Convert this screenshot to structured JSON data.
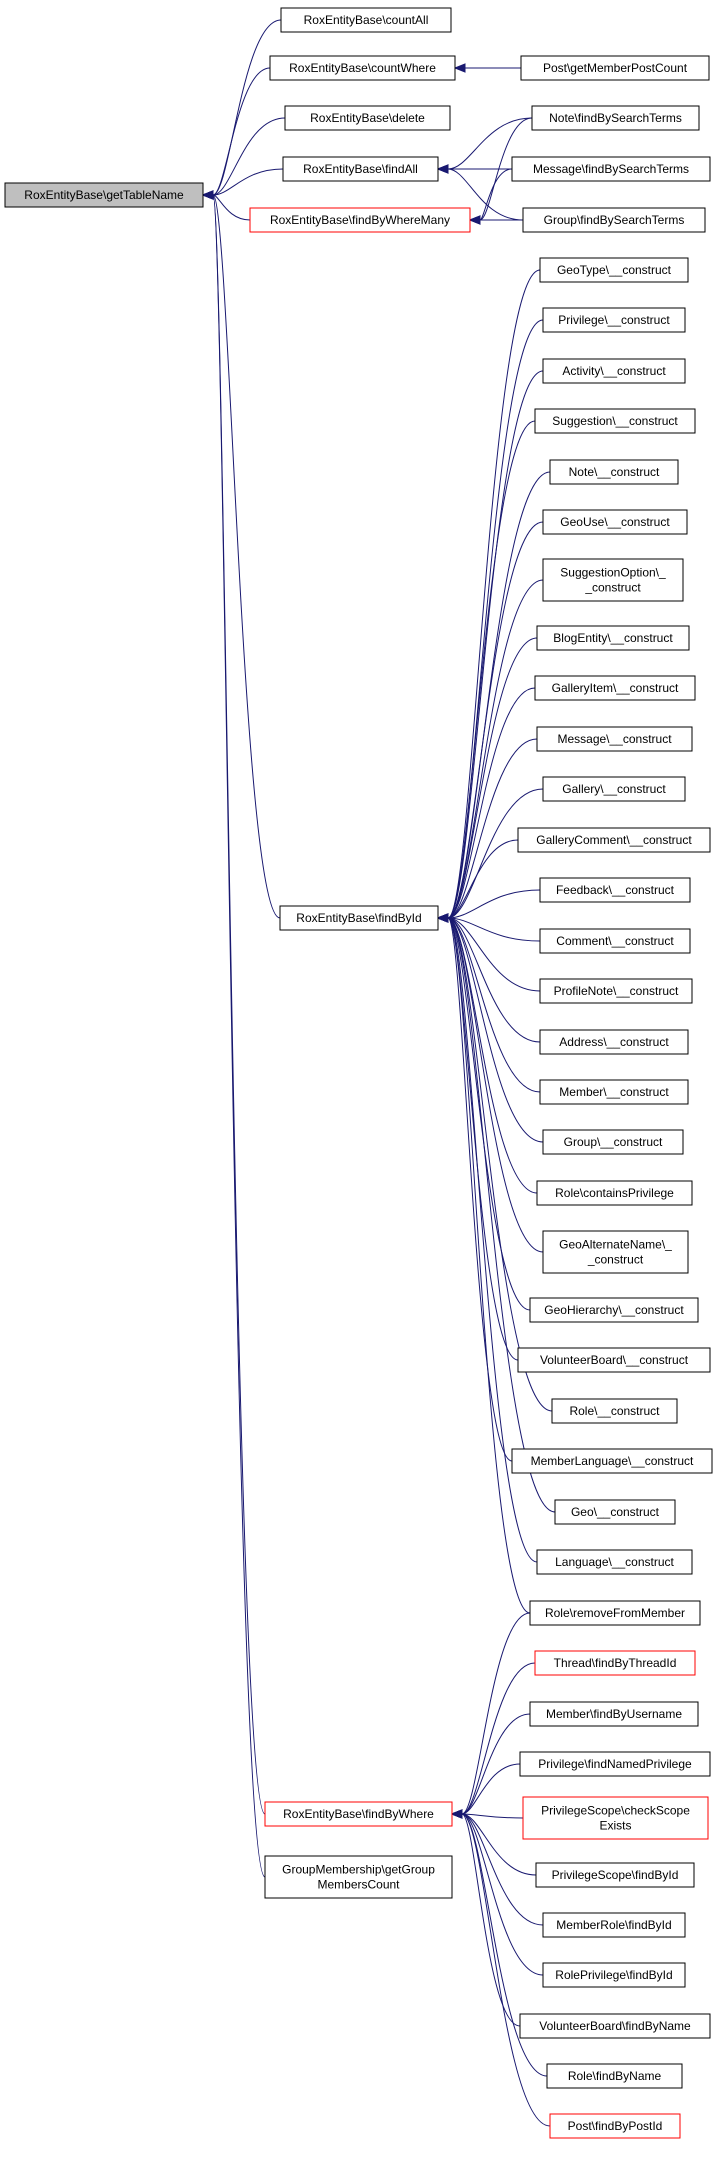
{
  "colors": {
    "edge": "#191970",
    "root_fill": "#bfbfbf",
    "border_normal": "#000000",
    "border_highlight": "#ff0000",
    "node_fill": "#ffffff"
  },
  "nodes": [
    {
      "id": "root",
      "lines": [
        "RoxEntityBase\\getTableName"
      ],
      "style": "root"
    },
    {
      "id": "countAll",
      "lines": [
        "RoxEntityBase\\countAll"
      ],
      "style": "normal"
    },
    {
      "id": "countWhere",
      "lines": [
        "RoxEntityBase\\countWhere"
      ],
      "style": "normal"
    },
    {
      "id": "postCount",
      "lines": [
        "Post\\getMemberPostCount"
      ],
      "style": "normal"
    },
    {
      "id": "delete",
      "lines": [
        "RoxEntityBase\\delete"
      ],
      "style": "normal"
    },
    {
      "id": "findAll",
      "lines": [
        "RoxEntityBase\\findAll"
      ],
      "style": "normal"
    },
    {
      "id": "noteSearch",
      "lines": [
        "Note\\findBySearchTerms"
      ],
      "style": "normal"
    },
    {
      "id": "messageSearch",
      "lines": [
        "Message\\findBySearchTerms"
      ],
      "style": "normal"
    },
    {
      "id": "findByWhereMany",
      "lines": [
        "RoxEntityBase\\findByWhereMany"
      ],
      "style": "highlight"
    },
    {
      "id": "groupSearch",
      "lines": [
        "Group\\findBySearchTerms"
      ],
      "style": "normal"
    },
    {
      "id": "findById",
      "lines": [
        "RoxEntityBase\\findById"
      ],
      "style": "normal"
    },
    {
      "id": "c_geotype",
      "lines": [
        "GeoType\\__construct"
      ],
      "style": "normal"
    },
    {
      "id": "c_privilege",
      "lines": [
        "Privilege\\__construct"
      ],
      "style": "normal"
    },
    {
      "id": "c_activity",
      "lines": [
        "Activity\\__construct"
      ],
      "style": "normal"
    },
    {
      "id": "c_suggestion",
      "lines": [
        "Suggestion\\__construct"
      ],
      "style": "normal"
    },
    {
      "id": "c_note",
      "lines": [
        "Note\\__construct"
      ],
      "style": "normal"
    },
    {
      "id": "c_geouse",
      "lines": [
        "GeoUse\\__construct"
      ],
      "style": "normal"
    },
    {
      "id": "c_suggestionoption",
      "lines": [
        "SuggestionOption\\_",
        "_construct"
      ],
      "style": "normal"
    },
    {
      "id": "c_blogentity",
      "lines": [
        "BlogEntity\\__construct"
      ],
      "style": "normal"
    },
    {
      "id": "c_galleryitem",
      "lines": [
        "GalleryItem\\__construct"
      ],
      "style": "normal"
    },
    {
      "id": "c_message",
      "lines": [
        "Message\\__construct"
      ],
      "style": "normal"
    },
    {
      "id": "c_gallery",
      "lines": [
        "Gallery\\__construct"
      ],
      "style": "normal"
    },
    {
      "id": "c_gallerycomment",
      "lines": [
        "GalleryComment\\__construct"
      ],
      "style": "normal"
    },
    {
      "id": "c_feedback",
      "lines": [
        "Feedback\\__construct"
      ],
      "style": "normal"
    },
    {
      "id": "c_comment",
      "lines": [
        "Comment\\__construct"
      ],
      "style": "normal"
    },
    {
      "id": "c_profilenote",
      "lines": [
        "ProfileNote\\__construct"
      ],
      "style": "normal"
    },
    {
      "id": "c_address",
      "lines": [
        "Address\\__construct"
      ],
      "style": "normal"
    },
    {
      "id": "c_member",
      "lines": [
        "Member\\__construct"
      ],
      "style": "normal"
    },
    {
      "id": "c_group",
      "lines": [
        "Group\\__construct"
      ],
      "style": "normal"
    },
    {
      "id": "role_contains",
      "lines": [
        "Role\\containsPrivilege"
      ],
      "style": "normal"
    },
    {
      "id": "c_geoalternatename",
      "lines": [
        "GeoAlternateName\\_",
        "_construct"
      ],
      "style": "normal"
    },
    {
      "id": "c_geohierarchy",
      "lines": [
        "GeoHierarchy\\__construct"
      ],
      "style": "normal"
    },
    {
      "id": "c_volunteerboard",
      "lines": [
        "VolunteerBoard\\__construct"
      ],
      "style": "normal"
    },
    {
      "id": "c_role",
      "lines": [
        "Role\\__construct"
      ],
      "style": "normal"
    },
    {
      "id": "c_memberlanguage",
      "lines": [
        "MemberLanguage\\__construct"
      ],
      "style": "normal"
    },
    {
      "id": "c_geo",
      "lines": [
        "Geo\\__construct"
      ],
      "style": "normal"
    },
    {
      "id": "c_language",
      "lines": [
        "Language\\__construct"
      ],
      "style": "normal"
    },
    {
      "id": "role_remove",
      "lines": [
        "Role\\removeFromMember"
      ],
      "style": "normal"
    },
    {
      "id": "thread_find",
      "lines": [
        "Thread\\findByThreadId"
      ],
      "style": "highlight"
    },
    {
      "id": "member_findusername",
      "lines": [
        "Member\\findByUsername"
      ],
      "style": "normal"
    },
    {
      "id": "privilege_findnamed",
      "lines": [
        "Privilege\\findNamedPrivilege"
      ],
      "style": "normal"
    },
    {
      "id": "findByWhere",
      "lines": [
        "RoxEntityBase\\findByWhere"
      ],
      "style": "highlight"
    },
    {
      "id": "privscope_check",
      "lines": [
        "PrivilegeScope\\checkScope",
        "Exists"
      ],
      "style": "highlight"
    },
    {
      "id": "groupmembership",
      "lines": [
        "GroupMembership\\getGroup",
        "MembersCount"
      ],
      "style": "normal"
    },
    {
      "id": "privscope_findbyid",
      "lines": [
        "PrivilegeScope\\findById"
      ],
      "style": "normal"
    },
    {
      "id": "memberrole_findbyid",
      "lines": [
        "MemberRole\\findById"
      ],
      "style": "normal"
    },
    {
      "id": "roleprivilege_findbyid",
      "lines": [
        "RolePrivilege\\findById"
      ],
      "style": "normal"
    },
    {
      "id": "volunteerboard_findbyname",
      "lines": [
        "VolunteerBoard\\findByName"
      ],
      "style": "normal"
    },
    {
      "id": "role_findbyname",
      "lines": [
        "Role\\findByName"
      ],
      "style": "normal"
    },
    {
      "id": "post_findbypostid",
      "lines": [
        "Post\\findByPostId"
      ],
      "style": "highlight"
    }
  ],
  "edges": [
    {
      "from": "countAll",
      "to": "root"
    },
    {
      "from": "countWhere",
      "to": "root"
    },
    {
      "from": "delete",
      "to": "root"
    },
    {
      "from": "findAll",
      "to": "root"
    },
    {
      "from": "findByWhereMany",
      "to": "root"
    },
    {
      "from": "findById",
      "to": "root"
    },
    {
      "from": "findByWhere",
      "to": "root"
    },
    {
      "from": "groupmembership",
      "to": "root"
    },
    {
      "from": "postCount",
      "to": "countWhere"
    },
    {
      "from": "noteSearch",
      "to": "findAll"
    },
    {
      "from": "messageSearch",
      "to": "findAll"
    },
    {
      "from": "groupSearch",
      "to": "findAll"
    },
    {
      "from": "noteSearch",
      "to": "findByWhereMany"
    },
    {
      "from": "messageSearch",
      "to": "findByWhereMany"
    },
    {
      "from": "groupSearch",
      "to": "findByWhereMany"
    },
    {
      "from": "c_geotype",
      "to": "findById"
    },
    {
      "from": "c_privilege",
      "to": "findById"
    },
    {
      "from": "c_activity",
      "to": "findById"
    },
    {
      "from": "c_suggestion",
      "to": "findById"
    },
    {
      "from": "c_note",
      "to": "findById"
    },
    {
      "from": "c_geouse",
      "to": "findById"
    },
    {
      "from": "c_suggestionoption",
      "to": "findById"
    },
    {
      "from": "c_blogentity",
      "to": "findById"
    },
    {
      "from": "c_galleryitem",
      "to": "findById"
    },
    {
      "from": "c_message",
      "to": "findById"
    },
    {
      "from": "c_gallery",
      "to": "findById"
    },
    {
      "from": "c_gallerycomment",
      "to": "findById"
    },
    {
      "from": "c_feedback",
      "to": "findById"
    },
    {
      "from": "c_comment",
      "to": "findById"
    },
    {
      "from": "c_profilenote",
      "to": "findById"
    },
    {
      "from": "c_address",
      "to": "findById"
    },
    {
      "from": "c_member",
      "to": "findById"
    },
    {
      "from": "c_group",
      "to": "findById"
    },
    {
      "from": "role_contains",
      "to": "findById"
    },
    {
      "from": "c_geoalternatename",
      "to": "findById"
    },
    {
      "from": "c_geohierarchy",
      "to": "findById"
    },
    {
      "from": "c_volunteerboard",
      "to": "findById"
    },
    {
      "from": "c_role",
      "to": "findById"
    },
    {
      "from": "c_memberlanguage",
      "to": "findById"
    },
    {
      "from": "c_geo",
      "to": "findById"
    },
    {
      "from": "c_language",
      "to": "findById"
    },
    {
      "from": "role_remove",
      "to": "findById"
    },
    {
      "from": "role_remove",
      "to": "findByWhere"
    },
    {
      "from": "thread_find",
      "to": "findByWhere"
    },
    {
      "from": "member_findusername",
      "to": "findByWhere"
    },
    {
      "from": "privilege_findnamed",
      "to": "findByWhere"
    },
    {
      "from": "privscope_check",
      "to": "findByWhere"
    },
    {
      "from": "privscope_findbyid",
      "to": "findByWhere"
    },
    {
      "from": "memberrole_findbyid",
      "to": "findByWhere"
    },
    {
      "from": "roleprivilege_findbyid",
      "to": "findByWhere"
    },
    {
      "from": "volunteerboard_findbyname",
      "to": "findByWhere"
    },
    {
      "from": "role_findbyname",
      "to": "findByWhere"
    },
    {
      "from": "post_findbypostid",
      "to": "findByWhere"
    }
  ]
}
